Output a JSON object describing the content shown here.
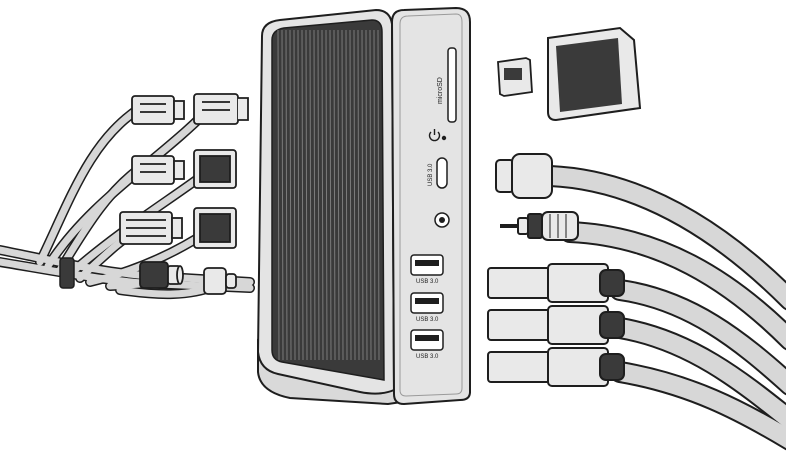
{
  "port_labels": {
    "microsd": "microSD",
    "usb_c": "USB 3.0",
    "usb_a": [
      "USB 3.0",
      "USB 3.0",
      "USB 3.0"
    ]
  },
  "colors": {
    "stroke": "#1e1e1e",
    "cable": "#d7d7d7",
    "plug": "#e9e9e9",
    "dock_frame": "#e4e4e4",
    "dock_fins": "#3a3a3a"
  },
  "icons": [
    "power-icon",
    "headphone-jack-icon",
    "microsd-card-icon",
    "sd-card-icon",
    "usb-c-port-icon",
    "usb-a-port-icon",
    "hdmi-plug-icon",
    "ethernet-plug-icon",
    "dc-barrel-plug-icon"
  ]
}
